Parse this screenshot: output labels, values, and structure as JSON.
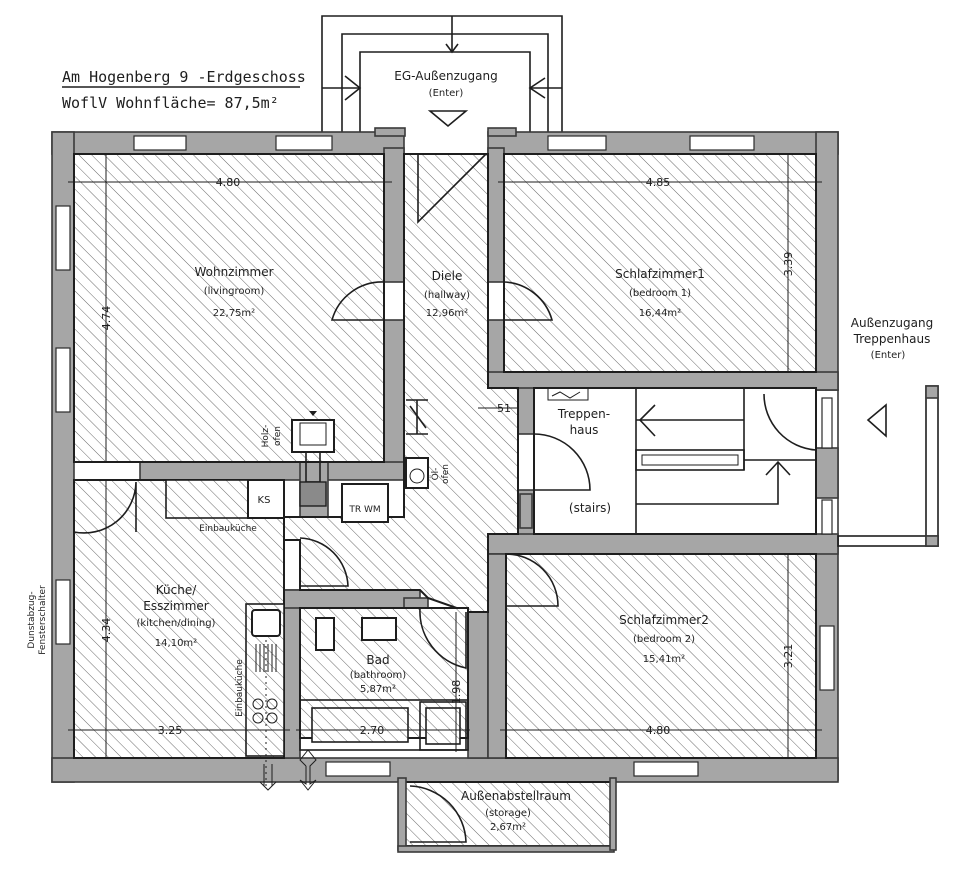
{
  "header": {
    "title": "Am Hogenberg 9 -Erdgeschoss",
    "living_area": "WoflV Wohnfläche= 87,5m²"
  },
  "entrances": {
    "front": {
      "name": "EG-Außenzugang",
      "note": "(Enter)"
    },
    "stairwell": {
      "name_line1": "Außenzugang",
      "name_line2": "Treppenhaus",
      "note": "(Enter)"
    }
  },
  "rooms": {
    "living": {
      "name": "Wohnzimmer",
      "english": "(livingroom)",
      "area": "22,75m²",
      "width": "4.80",
      "depth": "4.74"
    },
    "hallway": {
      "name": "Diele",
      "english": "(hallway)",
      "area": "12,96m²"
    },
    "bedroom1": {
      "name": "Schlafzimmer1",
      "english": "(bedroom 1)",
      "area": "16,44m²",
      "width": "4.85",
      "depth": "3.39"
    },
    "stairs": {
      "name_line1": "Treppen-",
      "name_line2": "haus",
      "english": "(stairs)"
    },
    "kitchen": {
      "name_line1": "Küche/",
      "name_line2": "Esszimmer",
      "english": "(kitchen/dining)",
      "area": "14,10m²",
      "width": "3.25",
      "depth": "4.34"
    },
    "bathroom": {
      "name": "Bad",
      "english": "(bathroom)",
      "area": "5,87m²",
      "width": "2.70",
      "depth": "1.98"
    },
    "bedroom2": {
      "name": "Schlafzimmer2",
      "english": "(bedroom 2)",
      "area": "15,41m²",
      "width": "4.80",
      "depth": "3.21"
    },
    "storage": {
      "name": "Außenabstellraum",
      "english": "(storage)",
      "area": "2,67m²"
    }
  },
  "fixtures": {
    "wood_stove": {
      "line1": "Holz-",
      "line2": "ofen"
    },
    "oil_stove": {
      "line1": "Öl-",
      "line2": "ofen"
    },
    "fridge": "KS",
    "dryer_washer": "TR WM",
    "builtin_kitchen_top": "Einbauküche",
    "builtin_kitchen_side": "Einbauküche",
    "exhaust_note_line1": "Dunstabzug-",
    "exhaust_note_line2": "Fensterschalter",
    "wall_offset_dim": "51"
  },
  "colors": {
    "wall": "#a6a6a6",
    "line": "#1e1e1e",
    "background": "#ffffff"
  }
}
